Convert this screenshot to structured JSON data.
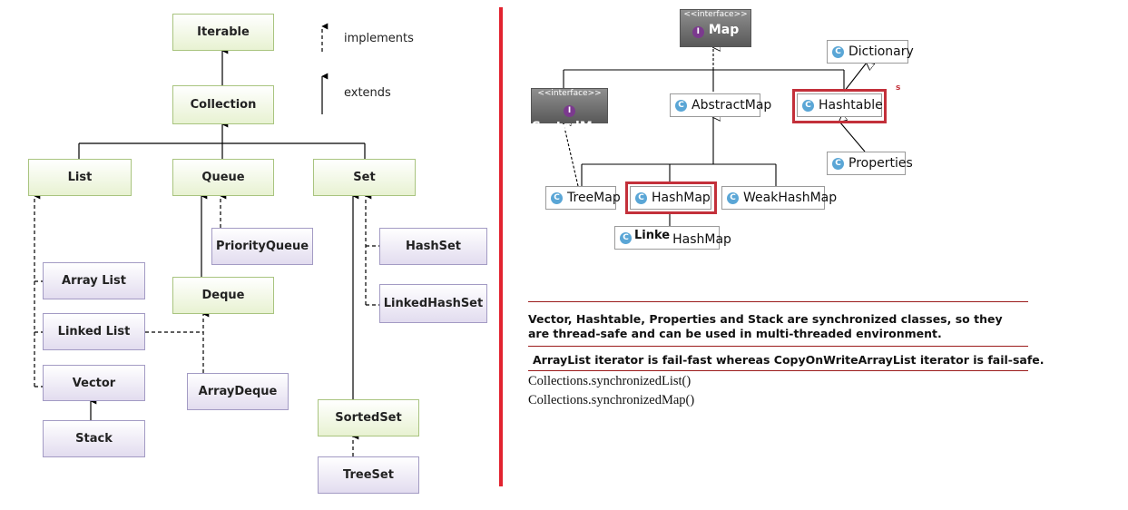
{
  "collection_hierarchy": {
    "iterable": "Iterable",
    "collection": "Collection",
    "list": "List",
    "queue": "Queue",
    "set": "Set",
    "priority_queue": "PriorityQueue",
    "hashset": "HashSet",
    "deque": "Deque",
    "array_list": "Array List",
    "linked_hashset": "LinkedHashSet",
    "linked_list": "Linked List",
    "vector": "Vector",
    "array_deque": "ArrayDeque",
    "stack": "Stack",
    "sorted_set": "SortedSet",
    "tree_set": "TreeSet"
  },
  "legend": {
    "implements": "implements",
    "extends": "extends"
  },
  "map_hierarchy": {
    "map": {
      "stereotype": "<<interface>>",
      "name": "Map",
      "icon": "I"
    },
    "dictionary": {
      "name": "Dictionary",
      "icon": "C"
    },
    "sorted_map": {
      "stereotype": "<<interface>>",
      "name": "SortedMap",
      "icon": "I"
    },
    "abstract_map": {
      "name": "AbstractMap",
      "icon": "C"
    },
    "hashtable": {
      "name": "Hashtable",
      "icon": "C",
      "mark": "s"
    },
    "properties": {
      "name": "Properties",
      "icon": "C"
    },
    "tree_map": {
      "name": "TreeMap",
      "icon": "C"
    },
    "hash_map": {
      "name": "HashMap",
      "icon": "C"
    },
    "weak_hash_map": {
      "name": "WeakHashMap",
      "icon": "C"
    },
    "linked_hash_map": {
      "name_part1": "Linke",
      "name_part2": "HashMap",
      "icon": "C"
    }
  },
  "notes": {
    "sync": "Vector, Hashtable, Properties and Stack are synchronized classes, so they are thread-safe and can be used in multi-threaded environment.",
    "iterator": "ArrayList iterator is fail-fast whereas CopyOnWriteArrayList iterator is fail-safe.",
    "code_line_1": "Collections.synchronizedList()",
    "code_line_2": "Collections.synchronizedMap()"
  },
  "colors": {
    "interface_fill": "#e8f2d2",
    "class_fill": "#e2dcef",
    "divider": "#e2232f",
    "highlight": "#c3303a",
    "class_icon": "#5aa6d6",
    "interface_icon": "#7b3a8e"
  }
}
